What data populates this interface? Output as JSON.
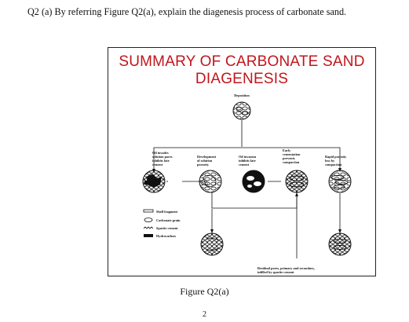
{
  "question": "Q2 (a) By referring Figure Q2(a), explain the diagenesis process of carbonate sand.",
  "figure": {
    "title_line1": "SUMMARY OF CARBONATE SAND",
    "title_line2": "DIAGENESIS",
    "stages": {
      "deposition": "Deposition",
      "oil_invades": [
        "Oil invades",
        "solution pores",
        "inhibits late",
        "cement"
      ],
      "development": [
        "Development",
        "of solution",
        "porosity"
      ],
      "oil_invasion": [
        "Oil invasion",
        "inhibits late",
        "cement"
      ],
      "early_cementation": [
        "Early",
        "cementation",
        "prevents",
        "compaction"
      ],
      "rapid_porosity": [
        "Rapid porosity",
        "loss by",
        "compaction"
      ],
      "residual": [
        "Residual pores, primary and secondary,",
        "infilled by sparite cement"
      ]
    },
    "legend": [
      {
        "symbol": "shell",
        "label": "Shell fragment"
      },
      {
        "symbol": "grain",
        "label": "Carbonate grain"
      },
      {
        "symbol": "sparite",
        "label": "Sparite cement"
      },
      {
        "symbol": "hydrocarbon",
        "label": "Hydrocarbon"
      }
    ]
  },
  "caption": "Figure Q2(a)",
  "page_number": "2"
}
